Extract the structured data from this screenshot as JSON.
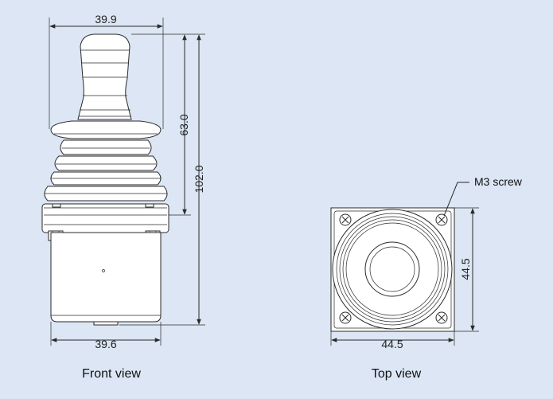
{
  "front_view": {
    "caption": "Front view",
    "dim_top_width": "39.9",
    "dim_handle_height": "63.0",
    "dim_total_height": "102.0",
    "dim_bottom_width": "39.6"
  },
  "top_view": {
    "caption": "Top view",
    "dim_width": "44.5",
    "dim_height": "44.5",
    "screw_label": "M3 screw"
  },
  "colors": {
    "background": "#dce6f4",
    "line": "#2a2a2a",
    "fill": "#ffffff"
  }
}
